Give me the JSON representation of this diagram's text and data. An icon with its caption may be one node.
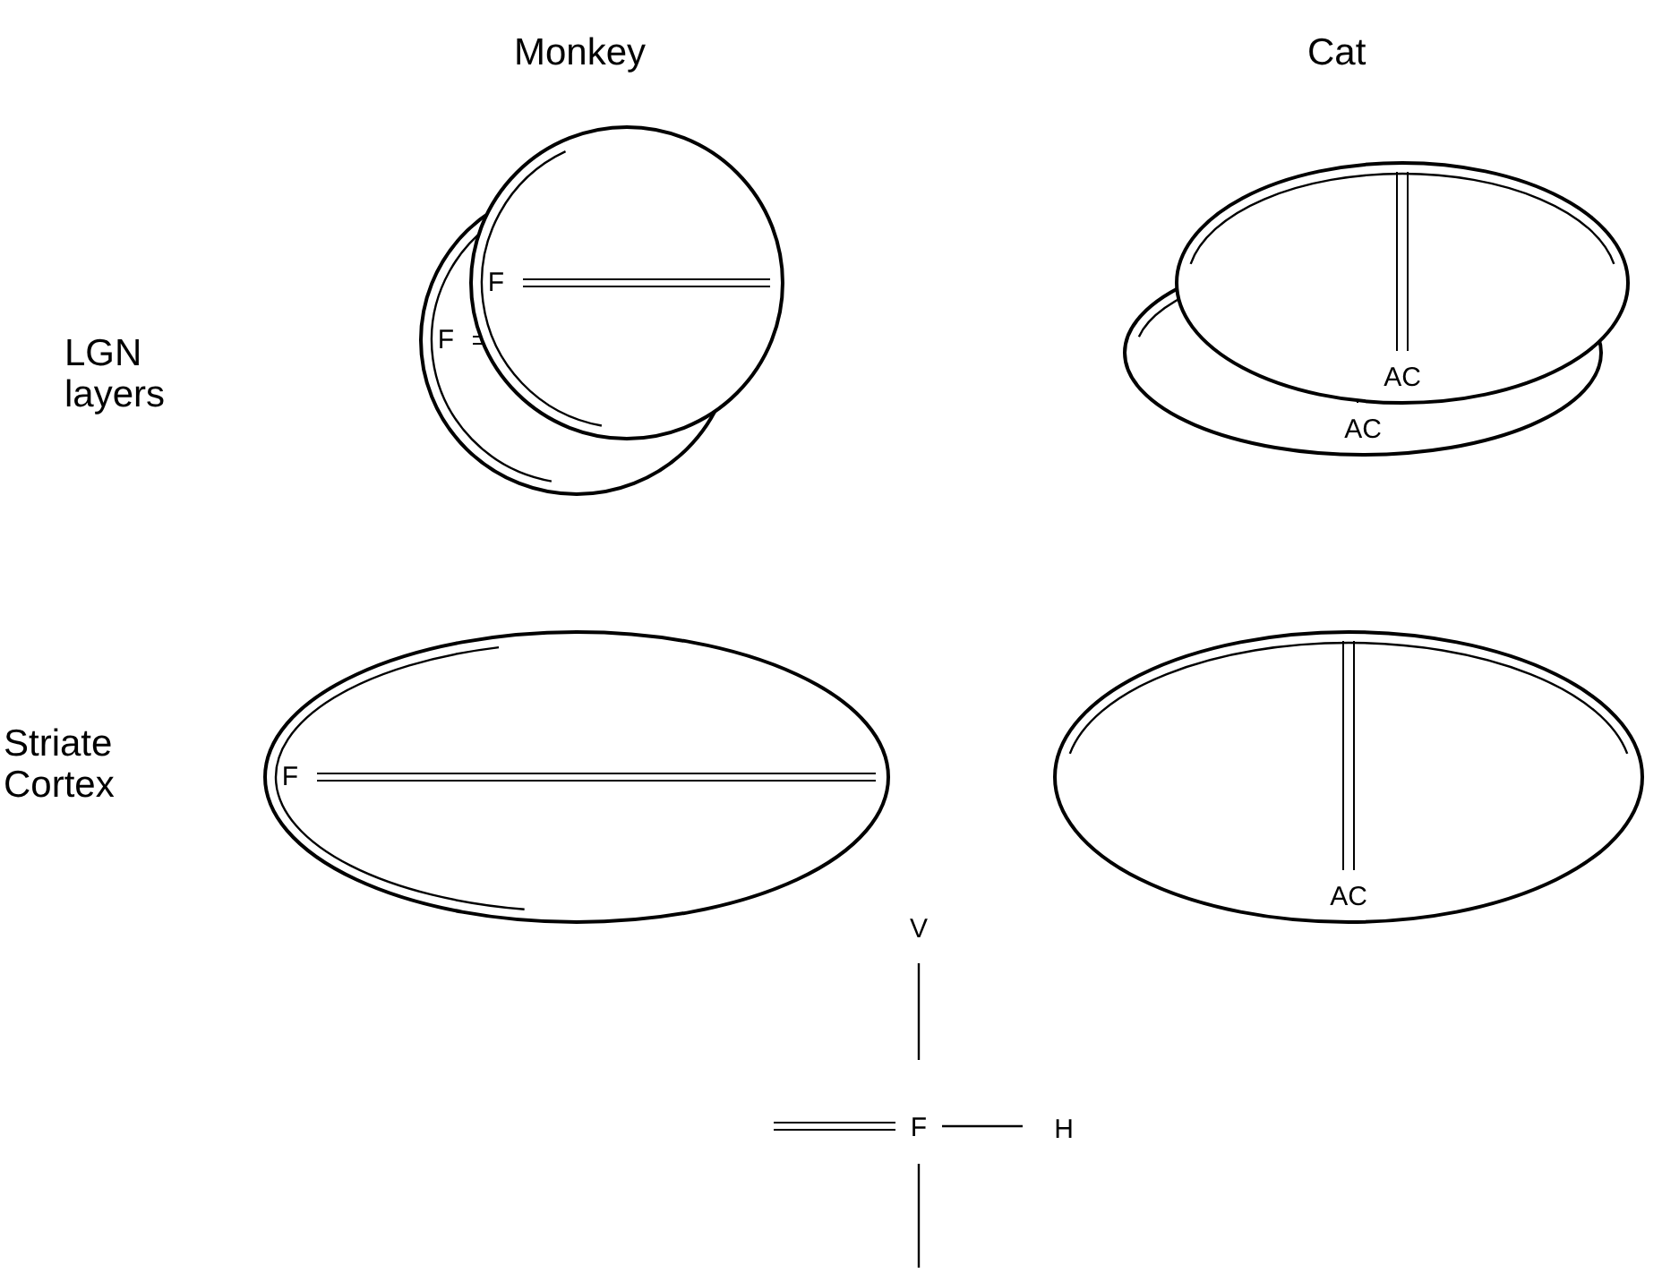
{
  "diagram": {
    "nodes": [
      {
        "text": [
          "F",
          "F"
        ]
      },
      {
        "text": [
          "AC",
          "AC"
        ]
      },
      {
        "text": [
          "F"
        ]
      },
      {
        "text": [
          "AC"
        ]
      }
    ],
    "labels": [
      "Monkey",
      "Cat",
      "LGN layers",
      "Striate Cortex",
      "V",
      "F",
      "H"
    ]
  }
}
